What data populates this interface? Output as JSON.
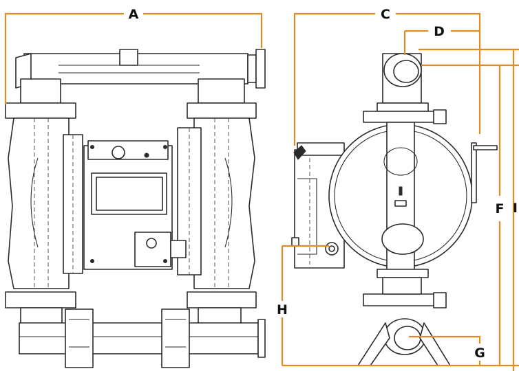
{
  "colors": {
    "dimension_line": "#E58A1F",
    "outline": "#2A2A2A",
    "background": "#FFFFFF"
  },
  "views": [
    {
      "name": "front-view"
    },
    {
      "name": "side-view"
    }
  ],
  "dimension_labels": {
    "A": "A",
    "C": "C",
    "D": "D",
    "F": "F",
    "G": "G",
    "H": "H",
    "I": "I"
  }
}
